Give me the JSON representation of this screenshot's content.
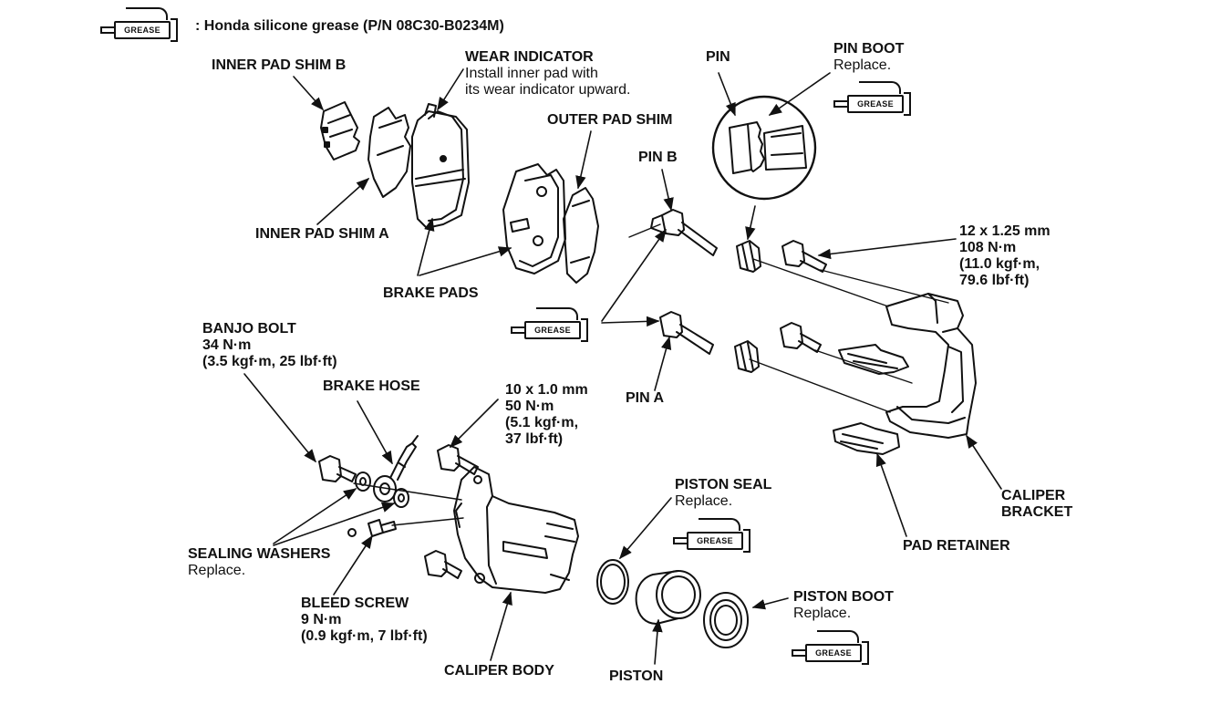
{
  "header": {
    "grease_tube_label": "GREASE",
    "legend_text": ": Honda silicone grease (P/N 08C30-B0234M)"
  },
  "labels": {
    "inner_pad_shim_b": "INNER PAD SHIM B",
    "wear_indicator": "WEAR INDICATOR",
    "wear_indicator_note_1": "Install inner pad with",
    "wear_indicator_note_2": "its wear indicator upward.",
    "pin": "PIN",
    "pin_boot": "PIN BOOT",
    "pin_boot_note": "Replace.",
    "outer_pad_shim": "OUTER PAD SHIM",
    "pin_b": "PIN B",
    "inner_pad_shim_a": "INNER PAD SHIM A",
    "bolt_12_size": "12 x 1.25 mm",
    "bolt_12_torque_nm": "108 N·m",
    "bolt_12_torque_kgf": "(11.0 kgf·m,",
    "bolt_12_torque_lbf": "79.6 lbf·ft)",
    "brake_pads": "BRAKE PADS",
    "banjo_bolt": "BANJO BOLT",
    "banjo_bolt_torque_nm": "34 N·m",
    "banjo_bolt_torque_other": "(3.5 kgf·m, 25 lbf·ft)",
    "brake_hose": "BRAKE HOSE",
    "bolt_10_size": "10 x 1.0 mm",
    "bolt_10_torque_nm": "50 N·m",
    "bolt_10_torque_kgf": "(5.1 kgf·m,",
    "bolt_10_torque_lbf": "37 lbf·ft)",
    "pin_a": "PIN A",
    "piston_seal": "PISTON SEAL",
    "piston_seal_note": "Replace.",
    "caliper_bracket_1": "CALIPER",
    "caliper_bracket_2": "BRACKET",
    "sealing_washers": "SEALING WASHERS",
    "sealing_washers_note": "Replace.",
    "pad_retainer": "PAD RETAINER",
    "bleed_screw": "BLEED SCREW",
    "bleed_screw_torque_nm": "9 N·m",
    "bleed_screw_torque_other": "(0.9 kgf·m, 7 lbf·ft)",
    "piston_boot": "PISTON BOOT",
    "piston_boot_note": "Replace.",
    "caliper_body": "CALIPER BODY",
    "piston": "PISTON"
  }
}
